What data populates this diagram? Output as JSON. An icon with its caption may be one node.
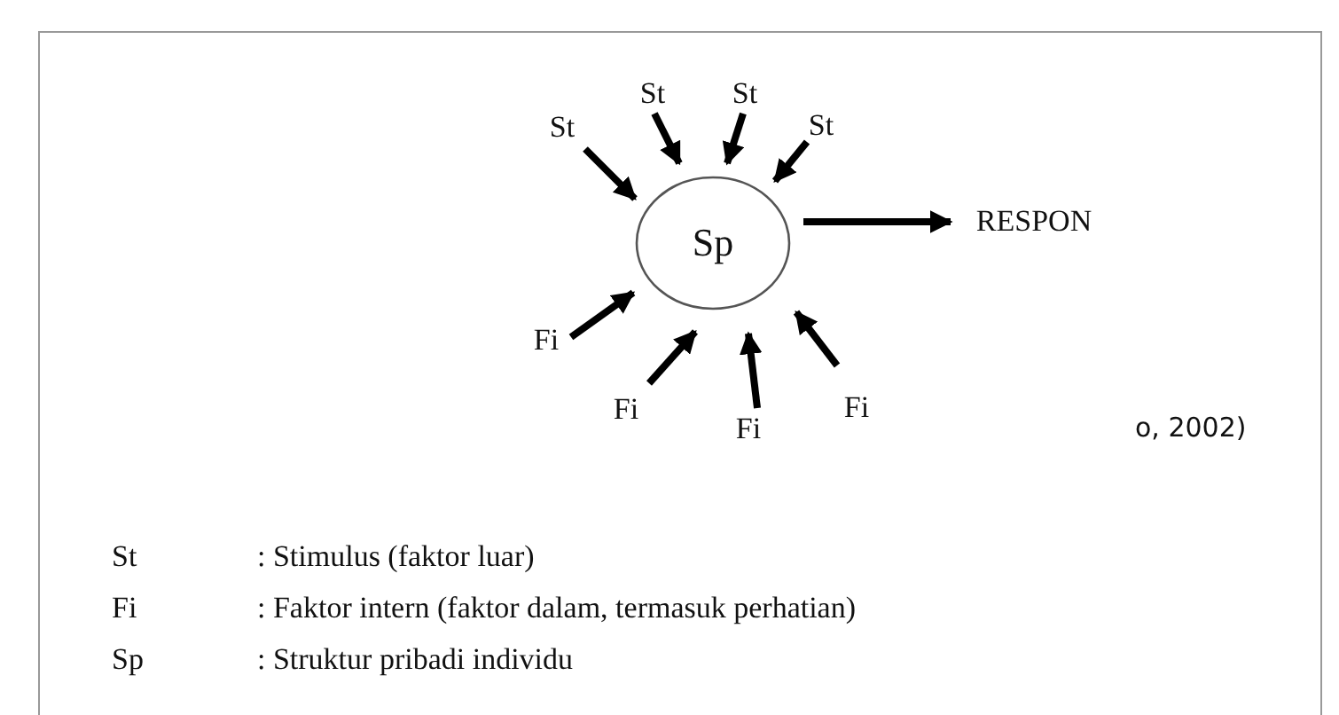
{
  "diagram": {
    "nodes": [
      {
        "text": [
          "Sp"
        ]
      },
      {
        "text": [
          "St"
        ]
      },
      {
        "text": [
          "St"
        ]
      },
      {
        "text": [
          "St"
        ]
      },
      {
        "text": [
          "St"
        ]
      },
      {
        "text": [
          "RESPON"
        ]
      },
      {
        "text": [
          "Fi"
        ]
      },
      {
        "text": [
          "Fi"
        ]
      },
      {
        "text": [
          "Fi"
        ]
      },
      {
        "text": [
          "Fi"
        ]
      }
    ],
    "edges": [
      {
        "from": 1,
        "to": 0,
        "arrow": "to"
      },
      {
        "from": 2,
        "to": 0,
        "arrow": "to"
      },
      {
        "from": 3,
        "to": 0,
        "arrow": "to"
      },
      {
        "from": 4,
        "to": 0,
        "arrow": "to"
      },
      {
        "from": 0,
        "to": 5,
        "arrow": "to"
      },
      {
        "from": 6,
        "to": 0,
        "arrow": "to"
      },
      {
        "from": 7,
        "to": 0,
        "arrow": "to"
      },
      {
        "from": 8,
        "to": 0,
        "arrow": "to"
      },
      {
        "from": 9,
        "to": 0,
        "arrow": "to"
      }
    ],
    "labels": [
      "o, 2002)",
      "St",
      ": Stimulus (faktor luar)",
      "Fi",
      ": Faktor intern (faktor dalam, termasuk perhatian)",
      "Sp",
      ": Struktur pribadi individu"
    ]
  }
}
